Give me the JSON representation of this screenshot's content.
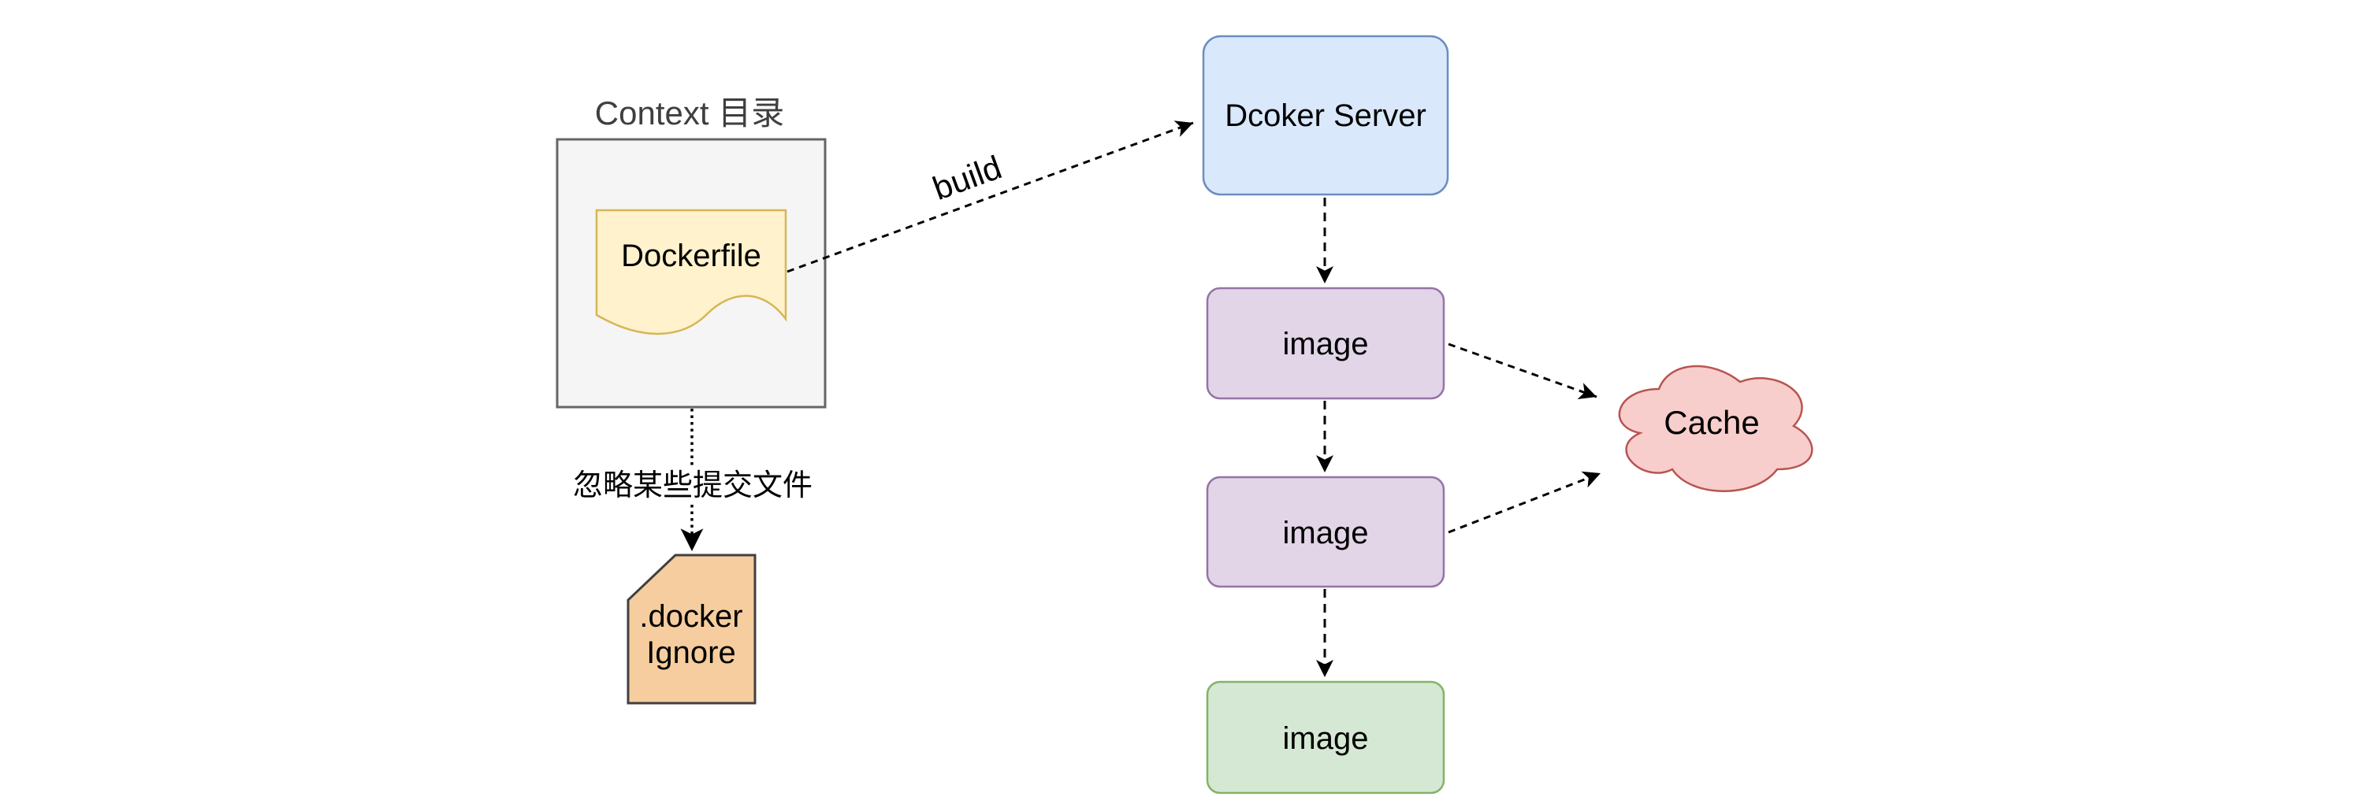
{
  "diagram": {
    "background": "#ffffff",
    "edge_color": "#000000",
    "context": {
      "title": "Context 目录",
      "box": {
        "fill": "#f5f5f5",
        "stroke": "#666666"
      }
    },
    "nodes": {
      "dockerfile": {
        "label": "Dockerfile",
        "fill": "#fff2cc",
        "stroke": "#d6b656"
      },
      "docker_server": {
        "label": "Dcoker Server",
        "fill": "#dae8fc",
        "stroke": "#6c8ebf"
      },
      "image_top": {
        "label": "image",
        "fill": "#e1d5e7",
        "stroke": "#9673a6"
      },
      "image_middle": {
        "label": "image",
        "fill": "#e1d5e7",
        "stroke": "#9673a6"
      },
      "image_final": {
        "label": "image",
        "fill": "#d5e8d4",
        "stroke": "#82b366"
      },
      "cache": {
        "label": "Cache",
        "fill": "#f8cecc",
        "stroke": "#b85450"
      },
      "dockerignore": {
        "line1": ".docker",
        "line2": "Ignore",
        "fill": "#f6cd9e",
        "stroke": "#404040"
      }
    },
    "edges": {
      "build": {
        "label": "build"
      },
      "ignore": {
        "label": "忽略某些提交文件"
      }
    },
    "text_colors": {
      "title": "#3f3f3f",
      "label": "#000000"
    }
  }
}
